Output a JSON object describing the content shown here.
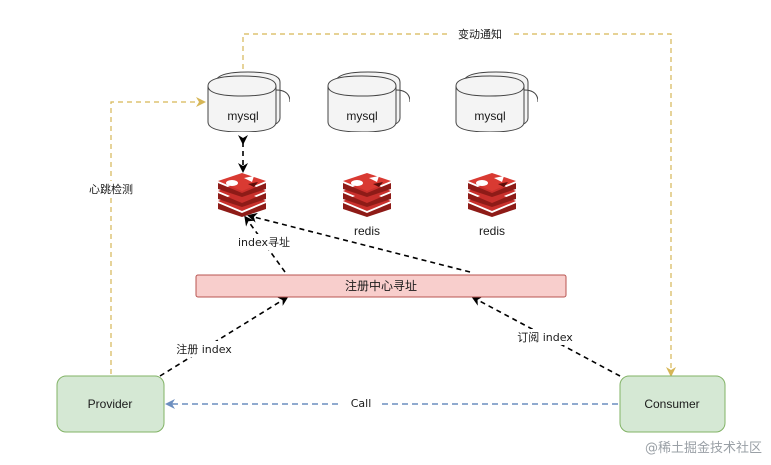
{
  "nodes": {
    "mysql_labels": [
      "mysql",
      "mysql",
      "mysql"
    ],
    "redis_labels": [
      "redis",
      "redis"
    ],
    "registry_label": "注册中心寻址",
    "provider_label": "Provider",
    "consumer_label": "Consumer"
  },
  "edges": {
    "change_notify": "变动通知",
    "heartbeat": "心跳检测",
    "index_lookup": "index寻址",
    "register_index": "注册 index",
    "subscribe_index": "订阅 index",
    "call": "Call"
  },
  "watermark": "@稀土掘金技术社区",
  "colors": {
    "redis_red": "#c9302c",
    "redis_dark": "#8e1b17",
    "registry_fill": "#f8cecc",
    "registry_stroke": "#b85450",
    "node_fill": "#d5e8d4",
    "node_stroke": "#82b366",
    "notify_line": "#d6b656",
    "call_line": "#6c8ebf",
    "dash_line": "#000000"
  }
}
